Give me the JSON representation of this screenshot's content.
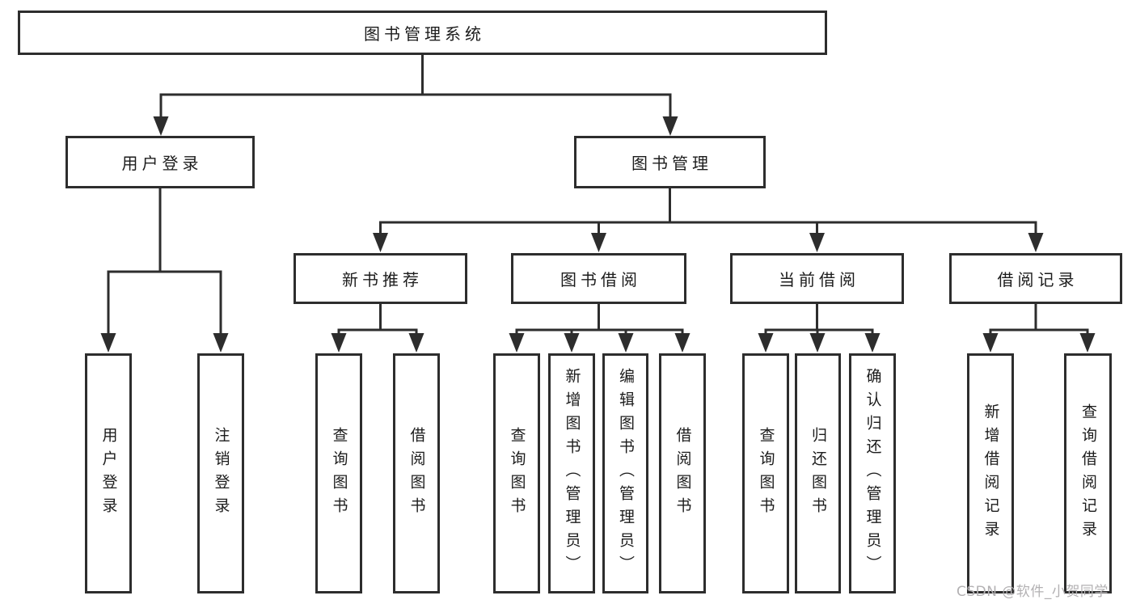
{
  "diagram": {
    "root": {
      "label": "图书管理系统"
    },
    "level2": [
      {
        "id": "user-login",
        "label": "用户登录"
      },
      {
        "id": "book-mgmt",
        "label": "图书管理"
      }
    ],
    "level3": [
      {
        "id": "new-book-rec",
        "label": "新书推荐",
        "parent": "book-mgmt"
      },
      {
        "id": "book-borrow",
        "label": "图书借阅",
        "parent": "book-mgmt"
      },
      {
        "id": "current-borrow",
        "label": "当前借阅",
        "parent": "book-mgmt"
      },
      {
        "id": "borrow-records",
        "label": "借阅记录",
        "parent": "book-mgmt"
      }
    ],
    "leaves": [
      {
        "label": "用户登录",
        "parent": "user-login"
      },
      {
        "label": "注销登录",
        "parent": "user-login"
      },
      {
        "label": "查询图书",
        "parent": "new-book-rec"
      },
      {
        "label": "借阅图书",
        "parent": "new-book-rec"
      },
      {
        "label": "查询图书",
        "parent": "book-borrow"
      },
      {
        "label": "新增图书（管理员）",
        "parent": "book-borrow"
      },
      {
        "label": "编辑图书（管理员）",
        "parent": "book-borrow"
      },
      {
        "label": "借阅图书",
        "parent": "book-borrow"
      },
      {
        "label": "查询图书",
        "parent": "current-borrow"
      },
      {
        "label": "归还图书",
        "parent": "current-borrow"
      },
      {
        "label": "确认归还（管理员）",
        "parent": "current-borrow"
      },
      {
        "label": "新增借阅记录",
        "parent": "borrow-records"
      },
      {
        "label": "查询借阅记录",
        "parent": "borrow-records"
      }
    ]
  },
  "watermark": {
    "text": "CSDN @软件_小贺同学"
  },
  "colors": {
    "line": "#2d2d2d",
    "border": "#2d2d2d",
    "text": "#1c1c1c",
    "watermark_text": "#b3b1b3",
    "background": "#ffffff"
  }
}
